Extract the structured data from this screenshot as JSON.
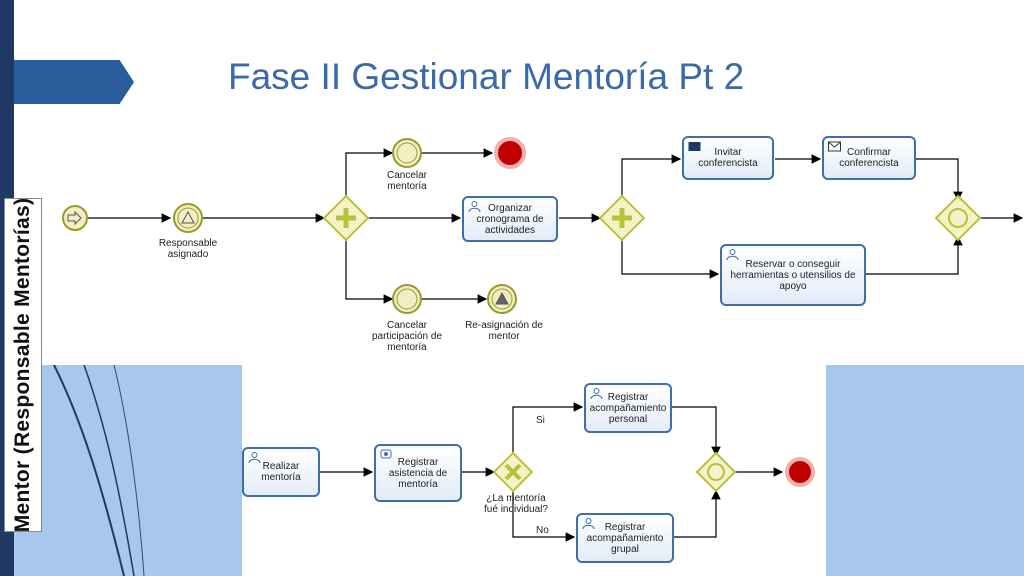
{
  "slide": {
    "title": "Fase II Gestionar Mentoría Pt 2"
  },
  "lane": {
    "label": "Mentor (Responsable Mentorías)"
  },
  "colors": {
    "task_border": "#3f6ea8",
    "event_ring": "#9a9a2a",
    "event_fill": "#f2eec4",
    "end_event": "#c00000",
    "gateway": "#b8c23a"
  },
  "top_process": {
    "events": {
      "responsable_asignado": "Responsable asignado",
      "cancelar_mentoria": "Cancelar mentoría",
      "cancelar_participacion": "Cancelar participación de mentoría",
      "reasignacion_mentor": "Re-asignación de mentor"
    },
    "tasks": {
      "organizar_cronograma": "Organizar cronograma de actividades",
      "invitar_conferencista": "Invitar conferencista",
      "confirmar_conferencista": "Confirmar conferencista",
      "reservar_herramientas": "Reservar o conseguir herramientas o utensilios de apoyo"
    }
  },
  "bottom_process": {
    "tasks": {
      "realizar_mentoria": "Realizar mentoría",
      "registrar_asistencia": "Registrar asistencia de mentoría",
      "registrar_personal": "Registrar acompañamiento personal",
      "registrar_grupal": "Registrar acompañamiento grupal"
    },
    "gateway_question": "¿La mentoría fué individual?",
    "branch_yes": "Si",
    "branch_no": "No"
  }
}
